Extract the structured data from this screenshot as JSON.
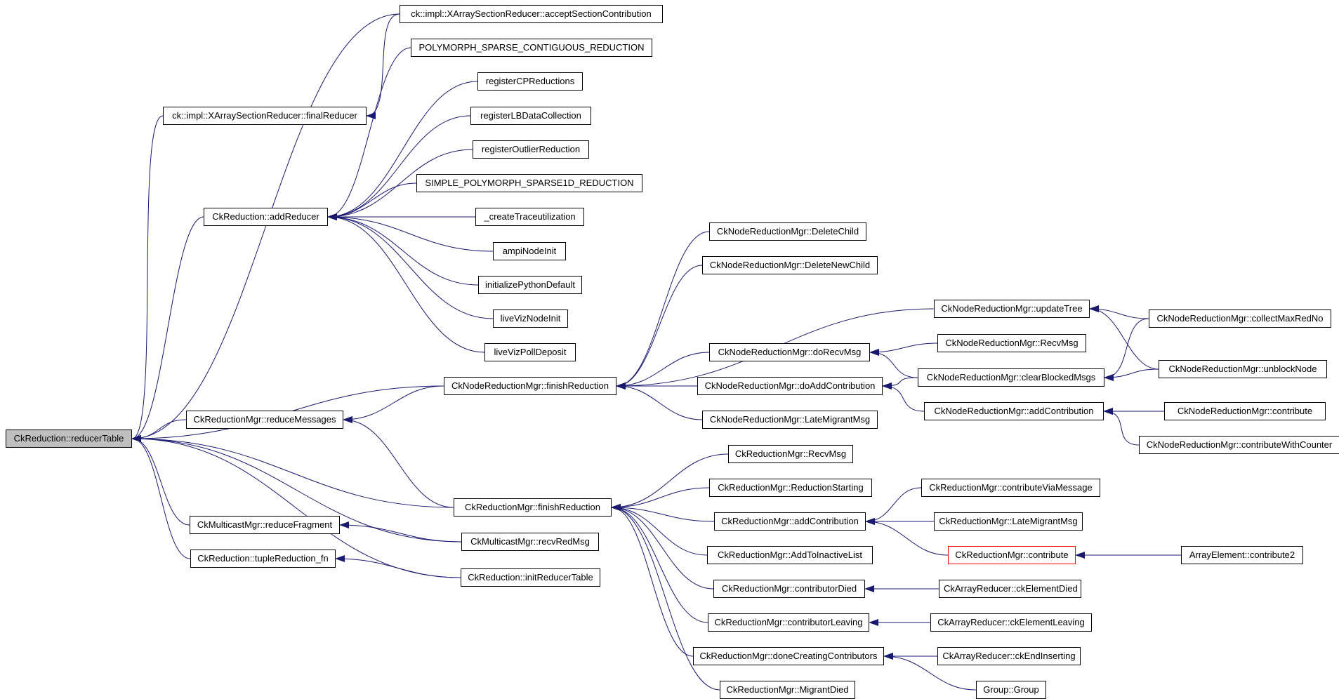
{
  "graph": {
    "edge_color": "#191970",
    "root_fill": "#bfbfbf",
    "highlight_border": "#ff0000",
    "nodes": [
      {
        "id": "root",
        "label": "CkReduction::reducerTable",
        "style": "root"
      },
      {
        "id": "acceptSection",
        "label": "ck::impl::XArraySectionReducer::acceptSectionContribution"
      },
      {
        "id": "finalReducer",
        "label": "ck::impl::XArraySectionReducer::finalReducer"
      },
      {
        "id": "polySparseContig",
        "label": "POLYMORPH_SPARSE_CONTIGUOUS_REDUCTION"
      },
      {
        "id": "registerCP",
        "label": "registerCPReductions"
      },
      {
        "id": "registerLB",
        "label": "registerLBDataCollection"
      },
      {
        "id": "registerOutlier",
        "label": "registerOutlierReduction"
      },
      {
        "id": "simplePoly",
        "label": "SIMPLE_POLYMORPH_SPARSE1D_REDUCTION"
      },
      {
        "id": "addReducer",
        "label": "CkReduction::addReducer"
      },
      {
        "id": "createTrace",
        "label": "_createTraceutilization"
      },
      {
        "id": "ampiNodeInit",
        "label": "ampiNodeInit"
      },
      {
        "id": "initPython",
        "label": "initializePythonDefault"
      },
      {
        "id": "liveVizNodeInit",
        "label": "liveVizNodeInit"
      },
      {
        "id": "liveVizPoll",
        "label": "liveVizPollDeposit"
      },
      {
        "id": "nrmDeleteChild",
        "label": "CkNodeReductionMgr::DeleteChild"
      },
      {
        "id": "nrmDeleteNewChild",
        "label": "CkNodeReductionMgr::DeleteNewChild"
      },
      {
        "id": "nrmUpdateTree",
        "label": "CkNodeReductionMgr::updateTree"
      },
      {
        "id": "nrmCollectMax",
        "label": "CkNodeReductionMgr::collectMaxRedNo"
      },
      {
        "id": "nrmDoRecvMsg",
        "label": "CkNodeReductionMgr::doRecvMsg"
      },
      {
        "id": "nrmRecvMsg",
        "label": "CkNodeReductionMgr::RecvMsg"
      },
      {
        "id": "nrmUnblock",
        "label": "CkNodeReductionMgr::unblockNode"
      },
      {
        "id": "nrmFinish",
        "label": "CkNodeReductionMgr::finishReduction"
      },
      {
        "id": "nrmDoAdd",
        "label": "CkNodeReductionMgr::doAddContribution"
      },
      {
        "id": "nrmClearBlocked",
        "label": "CkNodeReductionMgr::clearBlockedMsgs"
      },
      {
        "id": "rmReduceMessages",
        "label": "CkReductionMgr::reduceMessages"
      },
      {
        "id": "nrmAddContribution",
        "label": "CkNodeReductionMgr::addContribution"
      },
      {
        "id": "nrmContribute",
        "label": "CkNodeReductionMgr::contribute"
      },
      {
        "id": "nrmLateMigrant",
        "label": "CkNodeReductionMgr::LateMigrantMsg"
      },
      {
        "id": "nrmContributeCounter",
        "label": "CkNodeReductionMgr::contributeWithCounter"
      },
      {
        "id": "rmRecvMsg",
        "label": "CkReductionMgr::RecvMsg"
      },
      {
        "id": "rmReductionStarting",
        "label": "CkReductionMgr::ReductionStarting"
      },
      {
        "id": "rmContribViaMsg",
        "label": "CkReductionMgr::contributeViaMessage"
      },
      {
        "id": "rmFinish",
        "label": "CkReductionMgr::finishReduction"
      },
      {
        "id": "rmAddContribution",
        "label": "CkReductionMgr::addContribution"
      },
      {
        "id": "rmLateMigrant",
        "label": "CkReductionMgr::LateMigrantMsg"
      },
      {
        "id": "mcReduceFragment",
        "label": "CkMulticastMgr::reduceFragment"
      },
      {
        "id": "mcRecvRedMsg",
        "label": "CkMulticastMgr::recvRedMsg"
      },
      {
        "id": "rmAddToInactive",
        "label": "CkReductionMgr::AddToInactiveList"
      },
      {
        "id": "rmContribute",
        "label": "CkReductionMgr::contribute",
        "style": "highlight"
      },
      {
        "id": "aeContribute2",
        "label": "ArrayElement::contribute2"
      },
      {
        "id": "tupleReduction",
        "label": "CkReduction::tupleReduction_fn"
      },
      {
        "id": "initReducerTable",
        "label": "CkReduction::initReducerTable"
      },
      {
        "id": "rmContributorDied",
        "label": "CkReductionMgr::contributorDied"
      },
      {
        "id": "arElementDied",
        "label": "CkArrayReducer::ckElementDied"
      },
      {
        "id": "rmContributorLeaving",
        "label": "CkReductionMgr::contributorLeaving"
      },
      {
        "id": "arElementLeaving",
        "label": "CkArrayReducer::ckElementLeaving"
      },
      {
        "id": "rmDoneCreating",
        "label": "CkReductionMgr::doneCreatingContributors"
      },
      {
        "id": "arEndInserting",
        "label": "CkArrayReducer::ckEndInserting"
      },
      {
        "id": "rmMigrantDied",
        "label": "CkReductionMgr::MigrantDied"
      },
      {
        "id": "groupGroup",
        "label": "Group::Group"
      }
    ],
    "edges": [
      [
        "acceptSection",
        "root"
      ],
      [
        "finalReducer",
        "root"
      ],
      [
        "addReducer",
        "root"
      ],
      [
        "nrmFinish",
        "root"
      ],
      [
        "rmReduceMessages",
        "root"
      ],
      [
        "rmFinish",
        "root"
      ],
      [
        "mcReduceFragment",
        "root"
      ],
      [
        "mcRecvRedMsg",
        "root"
      ],
      [
        "tupleReduction",
        "root"
      ],
      [
        "initReducerTable",
        "root"
      ],
      [
        "acceptSection",
        "finalReducer"
      ],
      [
        "polySparseContig",
        "addReducer"
      ],
      [
        "registerCP",
        "addReducer"
      ],
      [
        "registerLB",
        "addReducer"
      ],
      [
        "registerOutlier",
        "addReducer"
      ],
      [
        "simplePoly",
        "addReducer"
      ],
      [
        "createTrace",
        "addReducer"
      ],
      [
        "ampiNodeInit",
        "addReducer"
      ],
      [
        "initPython",
        "addReducer"
      ],
      [
        "liveVizNodeInit",
        "addReducer"
      ],
      [
        "liveVizPoll",
        "addReducer"
      ],
      [
        "nrmFinish",
        "rmReduceMessages"
      ],
      [
        "rmFinish",
        "rmReduceMessages"
      ],
      [
        "nrmDeleteChild",
        "nrmFinish"
      ],
      [
        "nrmDeleteNewChild",
        "nrmFinish"
      ],
      [
        "nrmUpdateTree",
        "nrmFinish"
      ],
      [
        "nrmDoRecvMsg",
        "nrmFinish"
      ],
      [
        "nrmDoAdd",
        "nrmFinish"
      ],
      [
        "nrmLateMigrant",
        "nrmFinish"
      ],
      [
        "nrmCollectMax",
        "nrmUpdateTree"
      ],
      [
        "nrmUnblock",
        "nrmUpdateTree"
      ],
      [
        "nrmRecvMsg",
        "nrmDoRecvMsg"
      ],
      [
        "nrmClearBlocked",
        "nrmDoRecvMsg"
      ],
      [
        "nrmClearBlocked",
        "nrmDoAdd"
      ],
      [
        "nrmAddContribution",
        "nrmDoAdd"
      ],
      [
        "nrmCollectMax",
        "nrmClearBlocked"
      ],
      [
        "nrmUnblock",
        "nrmClearBlocked"
      ],
      [
        "nrmContribute",
        "nrmAddContribution"
      ],
      [
        "nrmContributeCounter",
        "nrmAddContribution"
      ],
      [
        "mcRecvRedMsg",
        "mcReduceFragment"
      ],
      [
        "initReducerTable",
        "tupleReduction"
      ],
      [
        "rmRecvMsg",
        "rmFinish"
      ],
      [
        "rmReductionStarting",
        "rmFinish"
      ],
      [
        "rmAddContribution",
        "rmFinish"
      ],
      [
        "rmAddToInactive",
        "rmFinish"
      ],
      [
        "rmContributorDied",
        "rmFinish"
      ],
      [
        "rmContributorLeaving",
        "rmFinish"
      ],
      [
        "rmDoneCreating",
        "rmFinish"
      ],
      [
        "rmMigrantDied",
        "rmFinish"
      ],
      [
        "rmContribViaMsg",
        "rmAddContribution"
      ],
      [
        "rmLateMigrant",
        "rmAddContribution"
      ],
      [
        "rmContribute",
        "rmAddContribution"
      ],
      [
        "aeContribute2",
        "rmContribute"
      ],
      [
        "arElementDied",
        "rmContributorDied"
      ],
      [
        "arElementLeaving",
        "rmContributorLeaving"
      ],
      [
        "arEndInserting",
        "rmDoneCreating"
      ],
      [
        "groupGroup",
        "rmDoneCreating"
      ]
    ]
  }
}
